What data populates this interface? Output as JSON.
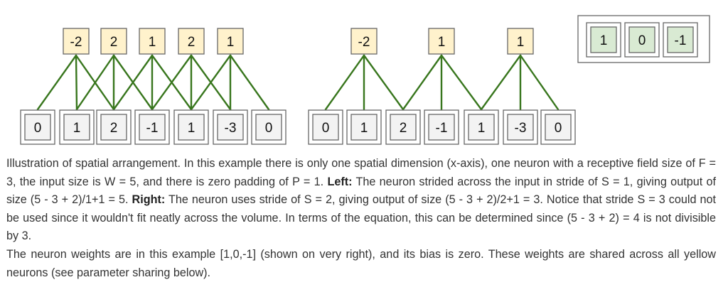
{
  "diagram": {
    "left": {
      "inputs": [
        "0",
        "1",
        "2",
        "-1",
        "1",
        "-3",
        "0"
      ],
      "outputs": [
        "-2",
        "2",
        "1",
        "2",
        "1"
      ],
      "stride": 1
    },
    "right": {
      "inputs": [
        "0",
        "1",
        "2",
        "-1",
        "1",
        "-3",
        "0"
      ],
      "outputs": [
        "-2",
        "1",
        "1"
      ],
      "stride": 2
    },
    "weights": [
      "1",
      "0",
      "-1"
    ],
    "colors": {
      "neuron_fill": "#fff2cc",
      "weight_fill": "#d9ead3",
      "input_fill": "#f3f3f3",
      "connection": "#38761d",
      "border": "#666666"
    }
  },
  "caption": {
    "p1_part1": "Illustration of spatial arrangement. In this example there is only one spatial dimension (x-axis), one neuron with a receptive field size of F = 3, the input size is W = 5, and there is zero padding of P = 1. ",
    "left_label": "Left:",
    "p1_part2": " The neuron strided across the input in stride of S = 1, giving output of size (5 - 3 + 2)/1+1 = 5. ",
    "right_label": "Right:",
    "p1_part3": " The neuron uses stride of S = 2, giving output of size (5 - 3 + 2)/2+1 = 3. Notice that stride S = 3 could not be used since it wouldn't fit neatly across the volume. In terms of the equation, this can be determined since (5 - 3 + 2) = 4 is not divisible by 3.",
    "p2": "The neuron weights are in this example [1,0,-1] (shown on very right), and its bias is zero. These weights are shared across all yellow neurons (see parameter sharing below)."
  }
}
